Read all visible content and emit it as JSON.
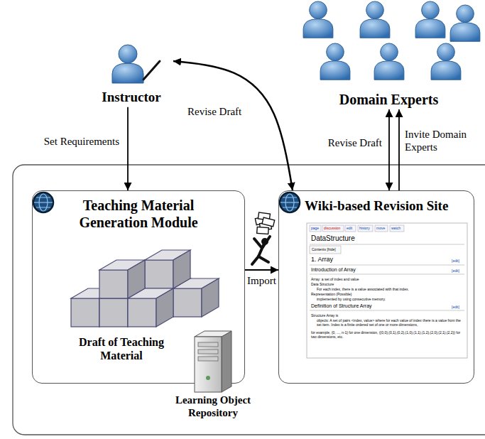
{
  "diagram": {
    "nodes": [
      {
        "text": [
          "Instructor"
        ]
      },
      {
        "text": [
          "Domain Experts"
        ]
      },
      {
        "text": [
          "Teaching Material Generation Module",
          "Draft of Teaching Material"
        ]
      },
      {
        "text": [
          "Wiki-based Revision Site"
        ]
      },
      {
        "text": [
          "Learning Object Repository"
        ]
      }
    ],
    "edges": [
      {
        "from": 0,
        "to": 2,
        "arrow": "to",
        "label": "Set Requirements"
      },
      {
        "from": 0,
        "to": 3,
        "arrow": "both",
        "label": "Revise Draft"
      },
      {
        "from": 1,
        "to": 3,
        "arrow": "both",
        "label": "Revise Draft"
      },
      {
        "from": 3,
        "to": 1,
        "arrow": "to",
        "label": "Invite Domain Experts"
      },
      {
        "from": 2,
        "to": 3,
        "arrow": "to",
        "label": "Import"
      }
    ],
    "labels": [
      "page",
      "discussion",
      "edit",
      "history",
      "move",
      "watch",
      "DataStructure",
      "Contents [hide]",
      "1. Array",
      "[edit]",
      "Introduction of Array",
      "[edit]",
      "Array: a set of index and value",
      "Data Structure",
      "For each index, there is a value associated with that index.",
      "Representation (Possible)",
      "implemented by using consecutive memory.",
      "Definition of Structure Array",
      "[edit]",
      "Structure Array is",
      "objects: A set of pairs <index, value> where for each value of index there is a value from the set item. Index is a finite ordered set of one or more dimensions,",
      "for example, {0, ..., n-1} for one dimension, {(0,0),(0,1),(0,2),(1,0),(1,1),(1,2),(2,0),(2,1),(2,2)} for two dimensions, etc."
    ]
  }
}
